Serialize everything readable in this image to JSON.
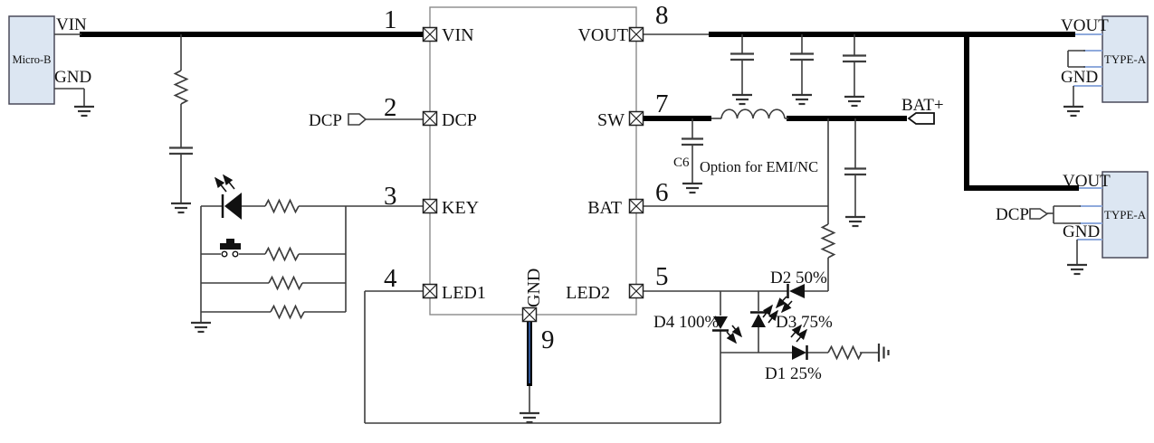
{
  "schematic": {
    "micro_b": {
      "title": "Micro-B",
      "pin_vin": "VIN",
      "pin_gnd": "GND"
    },
    "ic": {
      "pins": [
        {
          "num": "1",
          "name": "VIN"
        },
        {
          "num": "2",
          "name": "DCP"
        },
        {
          "num": "3",
          "name": "KEY"
        },
        {
          "num": "4",
          "name": "LED1"
        },
        {
          "num": "5",
          "name": "LED2"
        },
        {
          "num": "6",
          "name": "BAT"
        },
        {
          "num": "7",
          "name": "SW"
        },
        {
          "num": "8",
          "name": "VOUT"
        },
        {
          "num": "9",
          "name": "GND"
        }
      ]
    },
    "nets": {
      "dcp_in": "DCP",
      "bat_plus": "BAT+"
    },
    "components": {
      "c6": "C6",
      "emi_note": "Option for EMI/NC"
    },
    "leds": {
      "d1": "D1 25%",
      "d2": "D2 50%",
      "d3": "D3 75%",
      "d4": "D4 100%"
    },
    "type_a_top": {
      "title": "TYPE-A",
      "pin_vout": "VOUT",
      "pin_gnd": "GND"
    },
    "type_a_bottom": {
      "title": "TYPE-A",
      "pin_vout": "VOUT",
      "pin_dcp": "DCP",
      "pin_gnd": "GND"
    },
    "colors": {
      "wire": "#3d3d3d",
      "thick_wire": "#000000",
      "connector_fill": "#dce6f2",
      "connector_stub": "#8faadc",
      "gnd_pin_core": "#2f5597"
    }
  }
}
